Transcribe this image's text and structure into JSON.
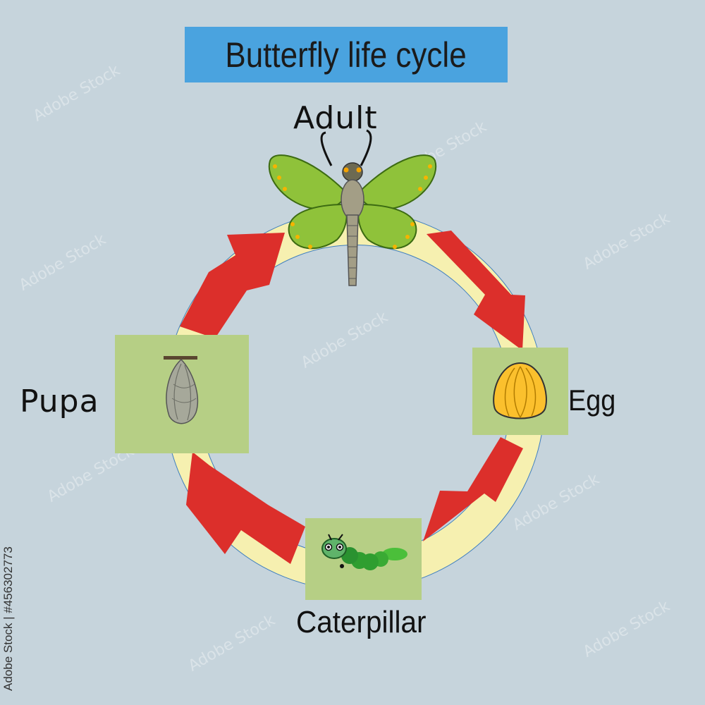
{
  "diagram": {
    "title": "Butterfly life cycle",
    "stages": {
      "adult": "Adult",
      "egg": "Egg",
      "caterpillar": "Caterpillar",
      "pupa": "Pupa"
    },
    "stock_id": "Adobe Stock | #456302773",
    "watermark": "Adobe Stock"
  },
  "colors": {
    "background": "#c6d4dc",
    "title_box": "#4aa3df",
    "ring": "#f6f0b0",
    "arrow": "#dc2f2b",
    "stage_box": "#b6cf85",
    "wing": "#8fc23a",
    "egg": "#fbc02d"
  },
  "icons": [
    "butterfly-icon",
    "egg-icon",
    "caterpillar-icon",
    "pupa-icon",
    "cycle-arrow"
  ]
}
